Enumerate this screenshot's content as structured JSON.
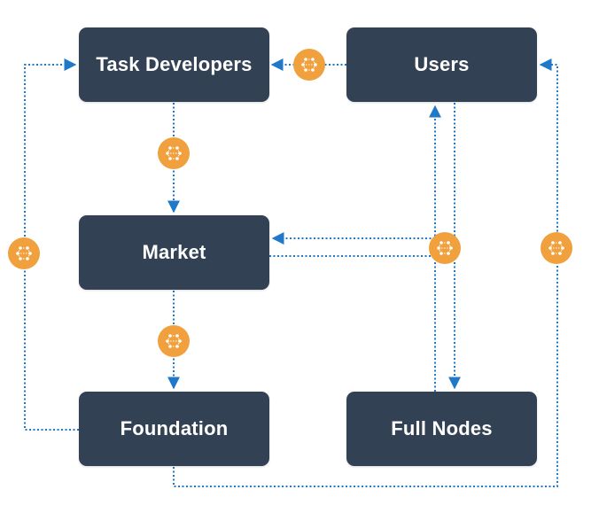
{
  "nodes": {
    "task_developers": "Task Developers",
    "users": "Users",
    "market": "Market",
    "foundation": "Foundation",
    "full_nodes": "Full Nodes"
  },
  "colors": {
    "node_fill": "#334154",
    "node_text": "#ffffff",
    "connector": "#1f78c8",
    "badge": "#f0a03c",
    "badge_icon": "#ffffff"
  },
  "icons": {
    "badge": "network-hub-icon",
    "arrowhead": "arrowhead-icon"
  }
}
